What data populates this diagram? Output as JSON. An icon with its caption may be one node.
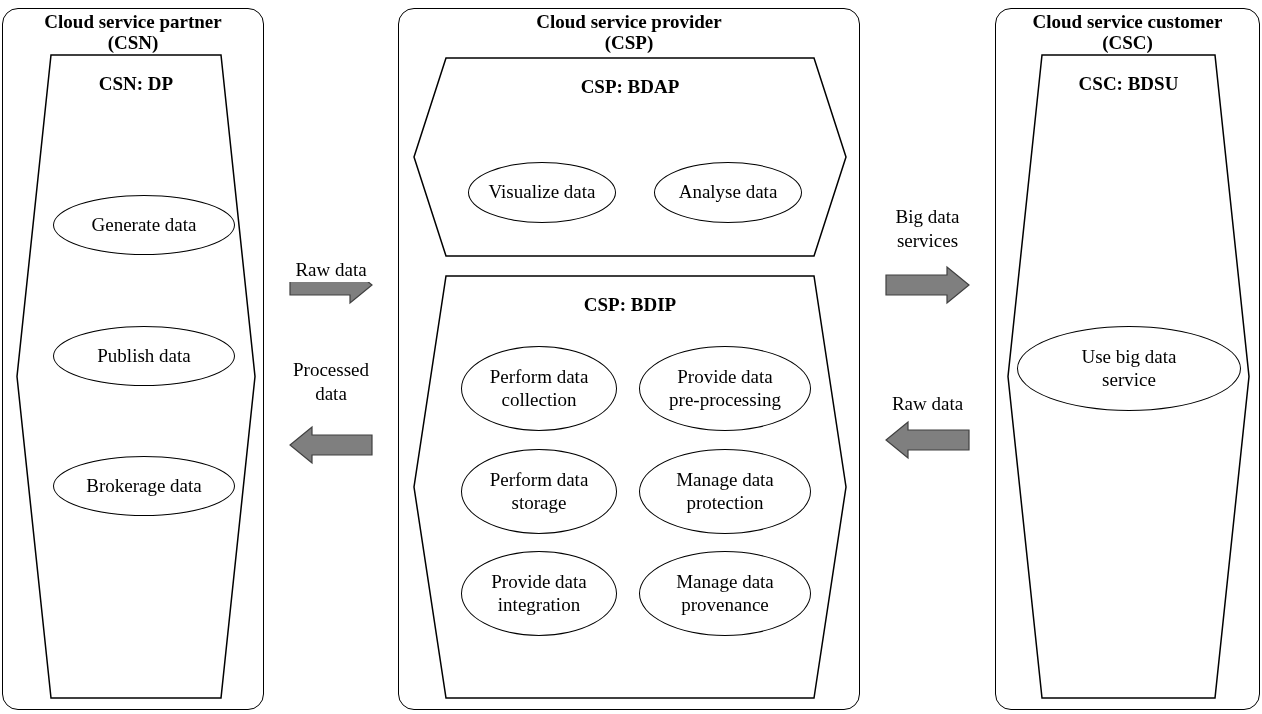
{
  "diagram": {
    "nodes": [
      {
        "text": [
          "Cloud service partner (CSN)"
        ]
      },
      {
        "text": [
          "CSN: DP"
        ],
        "in": 0
      },
      {
        "text": [
          "Generate data"
        ],
        "in": 1
      },
      {
        "text": [
          "Publish data"
        ],
        "in": 1
      },
      {
        "text": [
          "Brokerage data"
        ],
        "in": 1
      },
      {
        "text": [
          "Cloud service provider (CSP)"
        ]
      },
      {
        "text": [
          "CSP: BDAP"
        ],
        "in": 5
      },
      {
        "text": [
          "Visualize data"
        ],
        "in": 6
      },
      {
        "text": [
          "Analyse data"
        ],
        "in": 6
      },
      {
        "text": [
          "CSP: BDIP"
        ],
        "in": 5
      },
      {
        "text": [
          "Perform data collection"
        ],
        "in": 9
      },
      {
        "text": [
          "Provide data pre-processing"
        ],
        "in": 9
      },
      {
        "text": [
          "Perform data storage"
        ],
        "in": 9
      },
      {
        "text": [
          "Manage data protection"
        ],
        "in": 9
      },
      {
        "text": [
          "Provide data integration"
        ],
        "in": 9
      },
      {
        "text": [
          "Manage data provenance"
        ],
        "in": 9
      },
      {
        "text": [
          "Cloud service customer (CSC)"
        ]
      },
      {
        "text": [
          "CSC: BDSU"
        ],
        "in": 16
      },
      {
        "text": [
          "Use big data service"
        ],
        "in": 17
      }
    ],
    "edges": [
      {
        "from": 0,
        "to": 5,
        "arrow": "to",
        "label": "Raw data",
        "style": "thick"
      },
      {
        "from": 5,
        "to": 0,
        "arrow": "to",
        "label": "Processed data",
        "style": "thick"
      },
      {
        "from": 5,
        "to": 16,
        "arrow": "to",
        "label": "Big data services",
        "style": "thick"
      },
      {
        "from": 16,
        "to": 5,
        "arrow": "to",
        "label": "Raw data",
        "style": "thick"
      }
    ]
  }
}
